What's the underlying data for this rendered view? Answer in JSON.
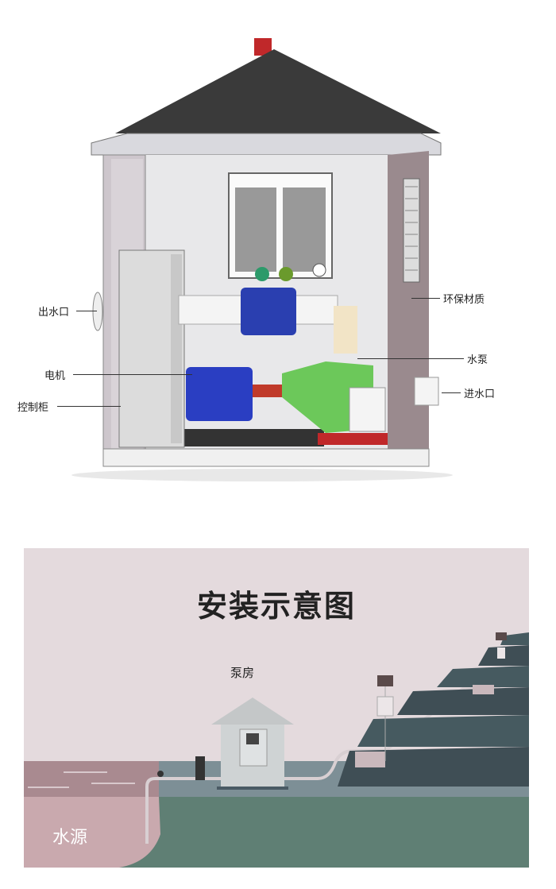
{
  "house_labels": {
    "outlet": "出水口",
    "motor": "电机",
    "control_cabinet": "控制柜",
    "eco_material": "环保材质",
    "pump": "水泵",
    "inlet": "进水口"
  },
  "install": {
    "title": "安装示意图",
    "pump_house": "泵房",
    "water_source": "水源"
  }
}
